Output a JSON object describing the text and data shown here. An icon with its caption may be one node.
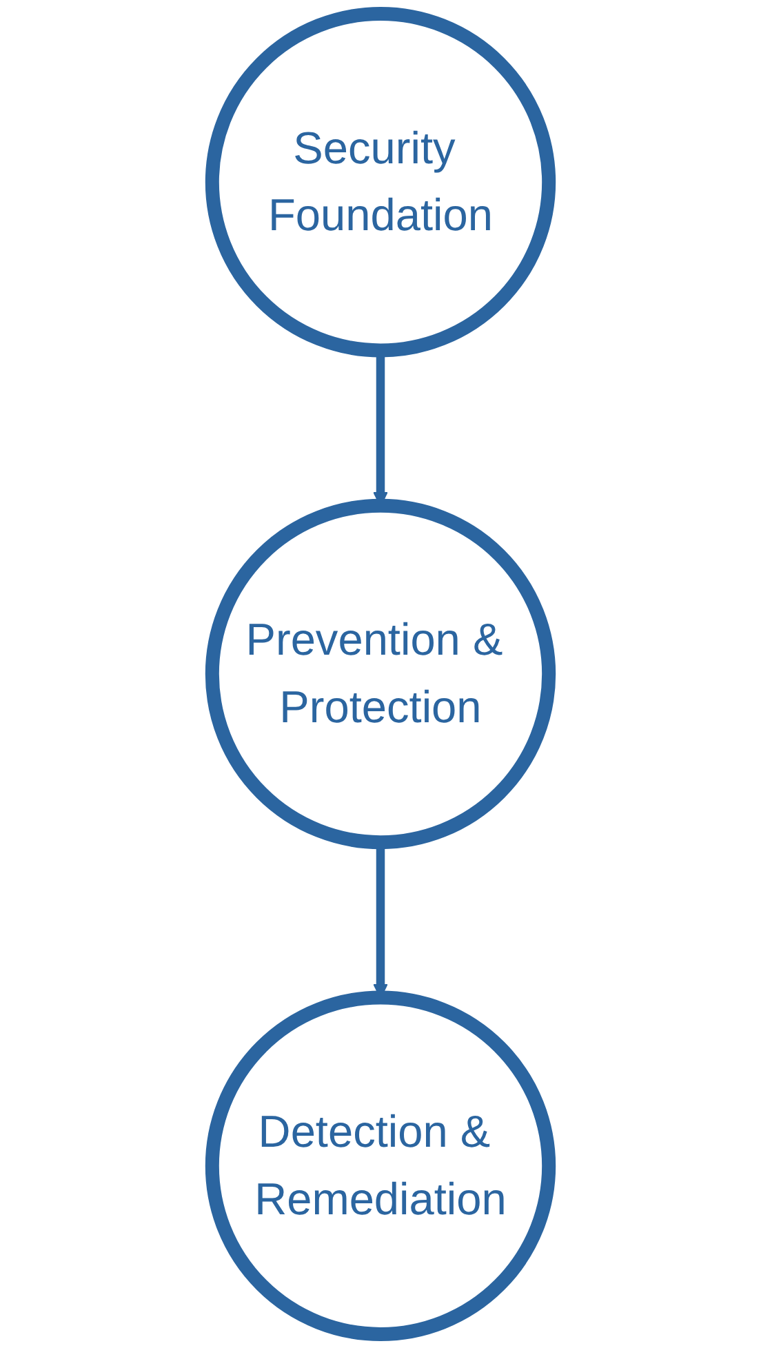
{
  "diagram": {
    "nodes": [
      {
        "text": [
          "Security Foundation"
        ]
      },
      {
        "text": [
          "Prevention & Protection"
        ]
      },
      {
        "text": [
          "Detection & Remediation"
        ]
      }
    ],
    "edges": [
      {
        "from": 0,
        "to": 1,
        "arrow": "to"
      },
      {
        "from": 1,
        "to": 2,
        "arrow": "to"
      }
    ]
  }
}
